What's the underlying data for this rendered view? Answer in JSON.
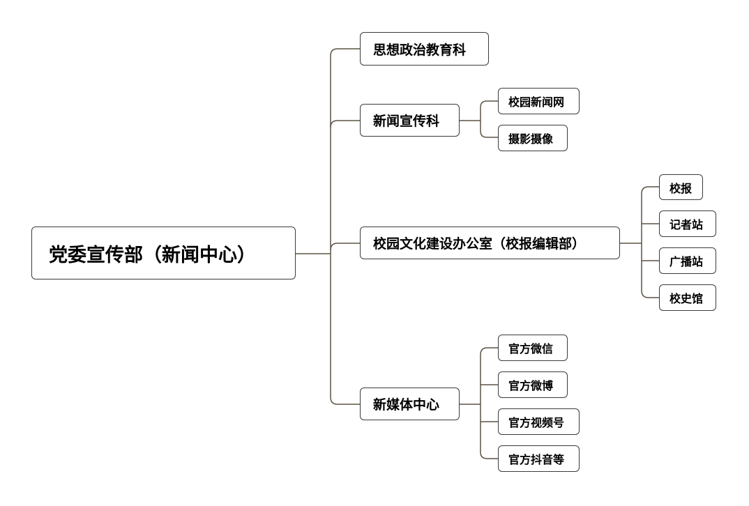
{
  "diagram": {
    "root": {
      "label": "党委宣传部（新闻中心）"
    },
    "branches": [
      {
        "label": "思想政治教育科",
        "children": []
      },
      {
        "label": "新闻宣传科",
        "children": [
          "校园新闻网",
          "摄影摄像"
        ]
      },
      {
        "label": "校园文化建设办公室（校报编辑部）",
        "children": [
          "校报",
          "记者站",
          "广播站",
          "校史馆"
        ]
      },
      {
        "label": "新媒体中心",
        "children": [
          "官方微信",
          "官方微博",
          "官方视频号",
          "官方抖音等"
        ]
      }
    ]
  },
  "colors": {
    "connector": "#5c5443",
    "border": "#3b3b3b"
  }
}
